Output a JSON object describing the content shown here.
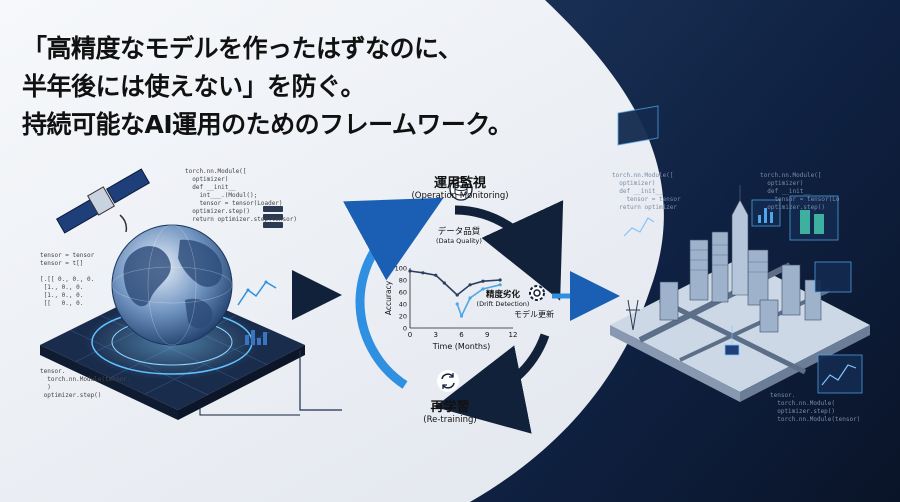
{
  "headline": {
    "line1": "「高精度なモデルを作ったはずなのに、",
    "line2": "半年後には使えない」を防ぐ。",
    "line3": "持続可能なAI運用のためのフレームワーク。"
  },
  "cycle": {
    "monitoring": {
      "title": "運用監視",
      "subtitle": "(Operation Monitoring)",
      "icon": "eye-icon"
    },
    "data_quality": {
      "title": "データ品質",
      "subtitle": "(Data Quality)",
      "icon": "database-icon"
    },
    "drift": {
      "title": "精度劣化",
      "subtitle": "(Drift Detection)"
    },
    "update": {
      "title": "モデル更新",
      "icon": "gear-icon"
    },
    "retraining": {
      "title": "再学習",
      "subtitle": "(Re-training)",
      "icon": "refresh-icon"
    }
  },
  "chart_data": {
    "type": "line",
    "xlabel": "Time (Months)",
    "ylabel": "Accuracy",
    "xlim": [
      0,
      12
    ],
    "ylim": [
      0,
      100
    ],
    "x_ticks": [
      "0",
      "3",
      "6",
      "9",
      "12"
    ],
    "y_ticks": [
      "0",
      "20",
      "40",
      "60",
      "80",
      "100"
    ],
    "series": [
      {
        "x": [
          0,
          1.5,
          3,
          4,
          5.5,
          7,
          8.5,
          10.5
        ],
        "y": [
          95,
          92,
          88,
          75,
          55,
          72,
          78,
          80
        ]
      },
      {
        "x": [
          5.5,
          6,
          7,
          8.5,
          10.5
        ],
        "y": [
          40,
          20,
          50,
          65,
          72
        ]
      }
    ]
  },
  "code_snippets": {
    "left_top": "torch.nn.Module([\n  optimizer)\n  def __init__\n    int___.(Modul();\n    tensor = tensor(Loader)\n  optimizer.step()\n  return optimizer.step(tensor)",
    "left_mid": "tensor = tensor\ntensor = t[]\n\n[.[[ 0., 0., 0.\n [1., 0., 0.\n [1., 0., 0.\n [[   0., 0.",
    "left_bottom": "tensor.\n  torch.nn.Module(tensor.\n  )\n optimizer.step()",
    "right_top": "torch.nn.Module([\n  optimizer)\n  def __init__\n    tensor = tensor\n  return optimizer",
    "right_top2": "torch.nn.Module([\n  optimizer)\n  def __init__\n    tensor = tensor(Lo\n  optimizer.step()",
    "right_bottom": "tensor.\n  torch.nn.Module(\n  optimizer.step()\n  torch.nn.Module(tensor)"
  },
  "colors": {
    "accent_blue": "#2f8fe0",
    "dark_navy": "#0e1f3d",
    "chart_line_dark": "#2a3f5f",
    "chart_line_light": "#4fa6e8"
  }
}
